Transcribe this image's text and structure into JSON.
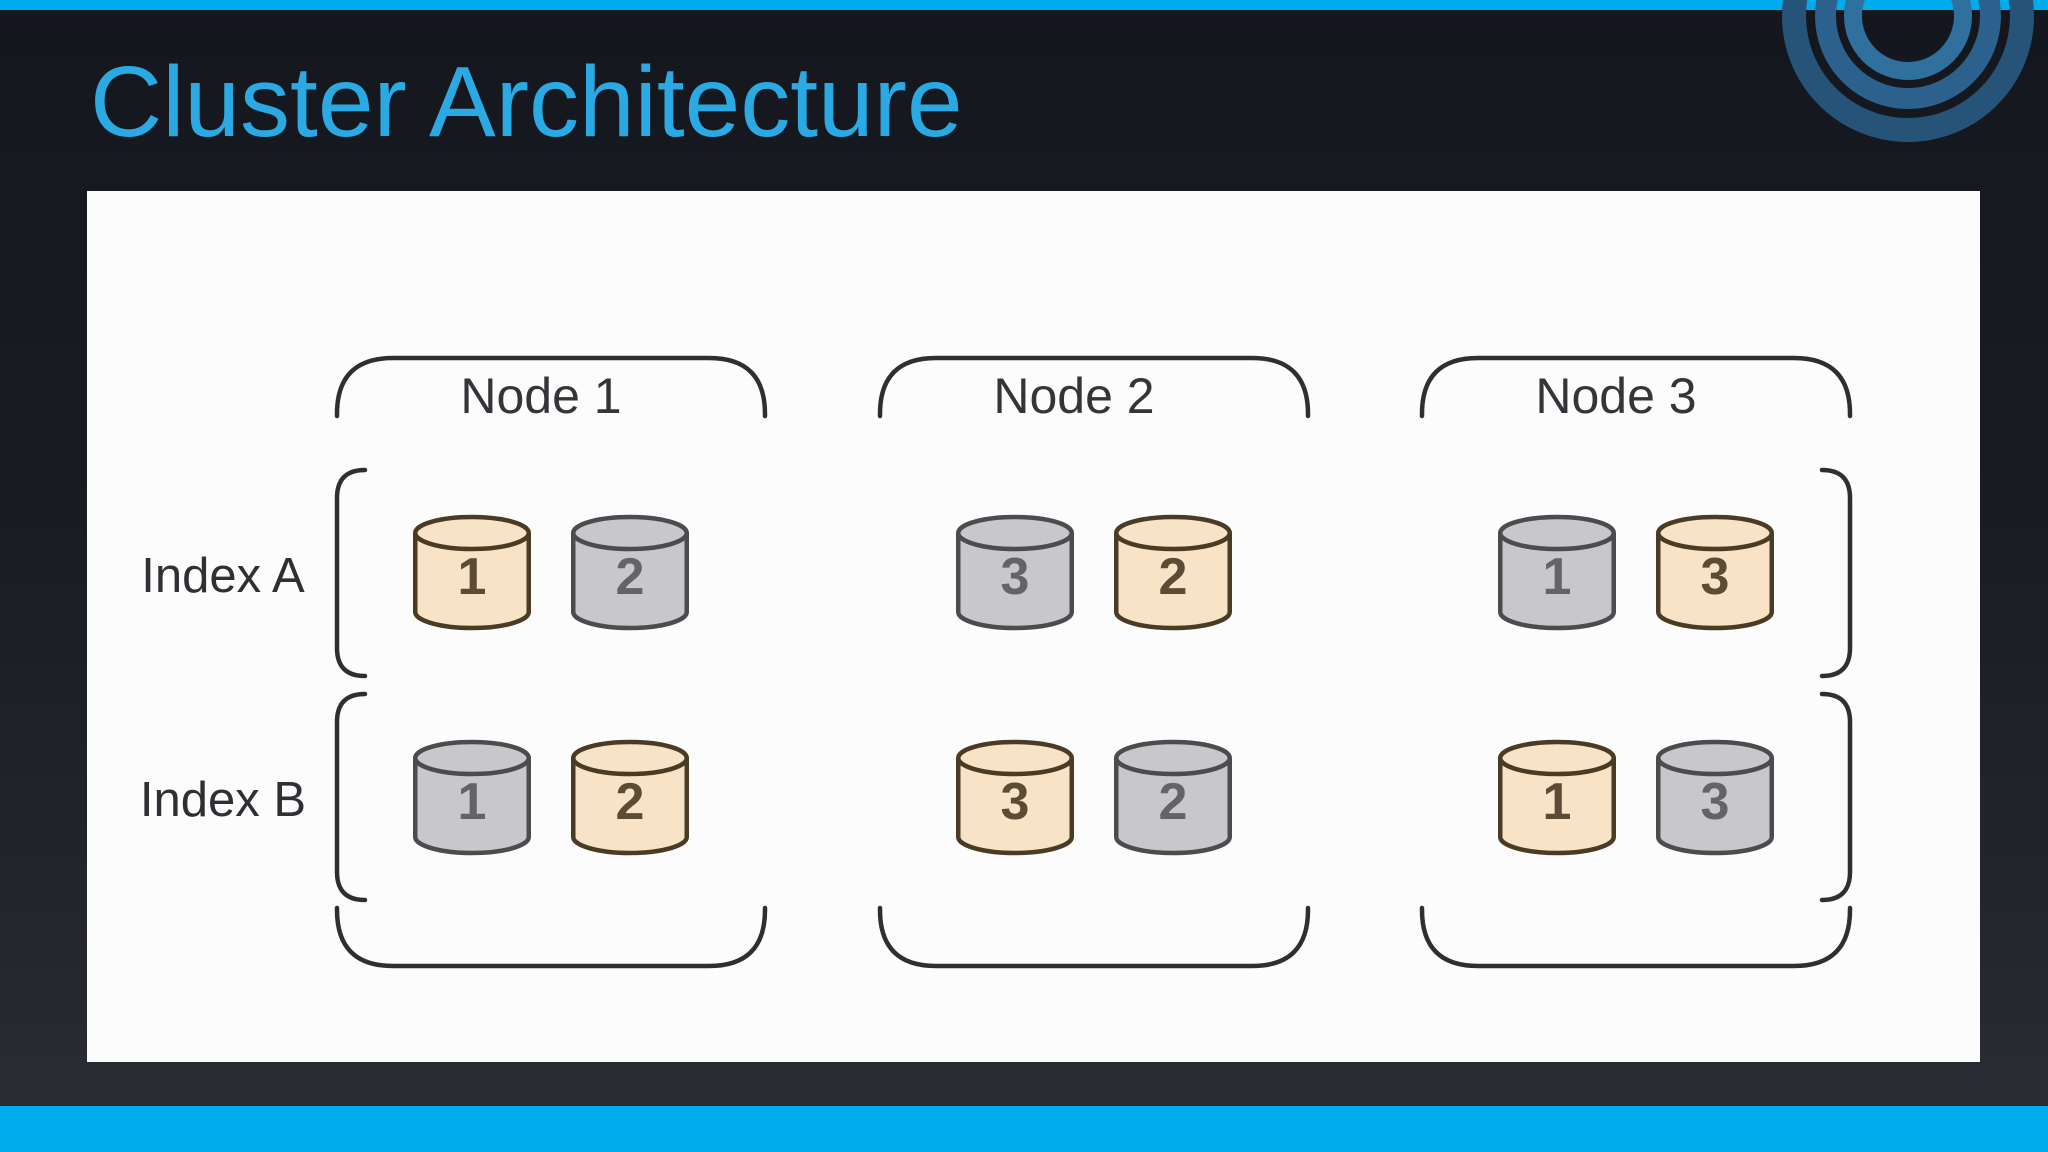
{
  "slide": {
    "title": "Cluster Architecture"
  },
  "colors": {
    "accent_bar": "#00ACEC",
    "title_text": "#2BA9E2",
    "background_top": "#14171d",
    "background_bottom": "#2b2e34",
    "panel_background": "#FCFCFC",
    "outline": "#2f2f2f",
    "label_text": "#333539",
    "orange_fill": "#F8E3C6",
    "orange_stroke": "#4a3b24",
    "orange_number": "#5d4c35",
    "gray_fill": "#C8C8CA",
    "gray_stroke": "#4b4b50",
    "gray_number": "#63646a",
    "logo_ring_outer": "#265478",
    "logo_ring_middle": "#2b618c",
    "logo_ring_inner": "#30709f"
  },
  "diagram": {
    "nodes": [
      {
        "label": "Node 1"
      },
      {
        "label": "Node 2"
      },
      {
        "label": "Node 3"
      }
    ],
    "indexes": [
      {
        "label": "Index A",
        "shards_by_node": [
          [
            {
              "number": "1",
              "color": "orange"
            },
            {
              "number": "2",
              "color": "gray"
            }
          ],
          [
            {
              "number": "3",
              "color": "gray"
            },
            {
              "number": "2",
              "color": "orange"
            }
          ],
          [
            {
              "number": "1",
              "color": "gray"
            },
            {
              "number": "3",
              "color": "orange"
            }
          ]
        ]
      },
      {
        "label": "Index B",
        "shards_by_node": [
          [
            {
              "number": "1",
              "color": "gray"
            },
            {
              "number": "2",
              "color": "orange"
            }
          ],
          [
            {
              "number": "3",
              "color": "orange"
            },
            {
              "number": "2",
              "color": "gray"
            }
          ],
          [
            {
              "number": "1",
              "color": "orange"
            },
            {
              "number": "3",
              "color": "gray"
            }
          ]
        ]
      }
    ]
  }
}
